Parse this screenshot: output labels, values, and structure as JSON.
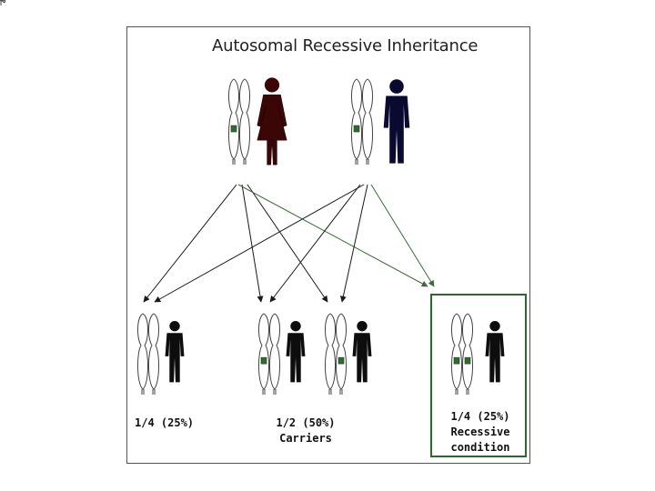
{
  "title": "Autosomal Recessive Inheritance",
  "colors": {
    "mother": "#3a0606",
    "father": "#0a0a30",
    "child": "#0d0d0d",
    "allele_marker": "#2f6b2f",
    "highlight_border": "#2a6a2a",
    "arrow_normal": "#1a1a1a",
    "arrow_recessive": "#3d6b3d"
  },
  "parents": [
    {
      "name": "mother",
      "icon": "female-figure-icon",
      "marked_chromosome": 1
    },
    {
      "name": "father",
      "icon": "male-figure-icon",
      "marked_chromosome": 1
    }
  ],
  "offspring": [
    {
      "icon": "male-figure-icon",
      "markers": [
        false,
        false
      ]
    },
    {
      "icon": "male-figure-icon",
      "markers": [
        true,
        false
      ]
    },
    {
      "icon": "male-figure-icon",
      "markers": [
        false,
        true
      ]
    },
    {
      "icon": "male-figure-icon",
      "markers": [
        true,
        true
      ],
      "highlighted": true
    }
  ],
  "labels": {
    "unaffected": "1/4 (25%)",
    "carriers_ratio": "1/2 (50%)",
    "carriers_text": "Carriers",
    "affected_ratio": "1/4 (25%)",
    "affected_text_1": "Recessive",
    "affected_text_2": "condition"
  }
}
